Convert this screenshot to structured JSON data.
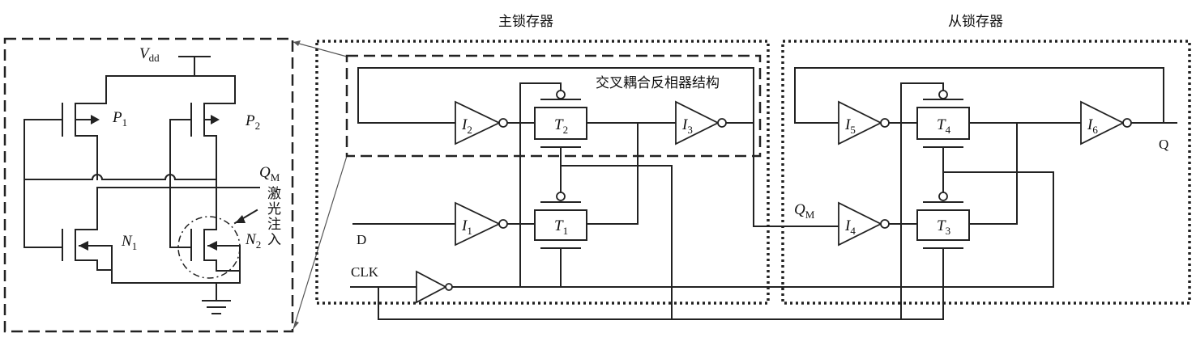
{
  "transistor_circuit": {
    "supply": "V",
    "supply_sub": "dd",
    "p1": "P",
    "p1_sub": "1",
    "p2": "P",
    "p2_sub": "2",
    "n1": "N",
    "n1_sub": "1",
    "n2": "N",
    "n2_sub": "2",
    "qm": "Q",
    "qm_sub": "M",
    "laser_chars": [
      "激",
      "光",
      "注",
      "入"
    ]
  },
  "master_latch": {
    "title": "主锁存器",
    "cross_coupled_label": "交叉耦合反相器结构",
    "input_d": "D",
    "clock": "CLK",
    "inverters": [
      {
        "name": "I",
        "sub": "2"
      },
      {
        "name": "I",
        "sub": "3"
      },
      {
        "name": "I",
        "sub": "1"
      }
    ],
    "gates": [
      {
        "name": "T",
        "sub": "2"
      },
      {
        "name": "T",
        "sub": "1"
      }
    ]
  },
  "slave_latch": {
    "title": "从锁存器",
    "input": "Q",
    "input_sub": "M",
    "output": "Q",
    "inverters": [
      {
        "name": "I",
        "sub": "5"
      },
      {
        "name": "I",
        "sub": "6"
      },
      {
        "name": "I",
        "sub": "4"
      }
    ],
    "gates": [
      {
        "name": "T",
        "sub": "4"
      },
      {
        "name": "T",
        "sub": "3"
      }
    ]
  }
}
